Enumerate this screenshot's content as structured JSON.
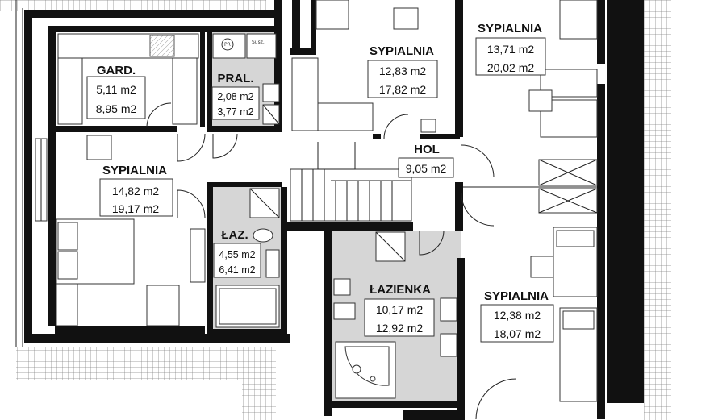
{
  "rooms": {
    "gard": {
      "name": "GARD.",
      "area": "5,11 m2",
      "area2": "8,95 m2"
    },
    "pral": {
      "name": "PRAL.",
      "area": "2,08 m2",
      "area2": "3,77 m2"
    },
    "syp_left": {
      "name": "SYPIALNIA",
      "area": "14,82 m2",
      "area2": "19,17 m2"
    },
    "laz_small": {
      "name": "ŁAZ.",
      "area": "4,55 m2",
      "area2": "6,41 m2"
    },
    "syp_mid": {
      "name": "SYPIALNIA",
      "area": "12,83 m2",
      "area2": "17,82 m2"
    },
    "syp_top_right": {
      "name": "SYPIALNIA",
      "area": "13,71 m2",
      "area2": "20,02 m2"
    },
    "hol": {
      "name": "HOL",
      "area": "9,05 m2"
    },
    "lazienka": {
      "name": "ŁAZIENKA",
      "area": "10,17 m2",
      "area2": "12,92 m2"
    },
    "syp_bottom_right": {
      "name": "SYPIALNIA",
      "area": "12,38 m2",
      "area2": "18,07 m2"
    }
  },
  "appliances": {
    "washer_label": "PR",
    "dryer_label": "Susz."
  }
}
